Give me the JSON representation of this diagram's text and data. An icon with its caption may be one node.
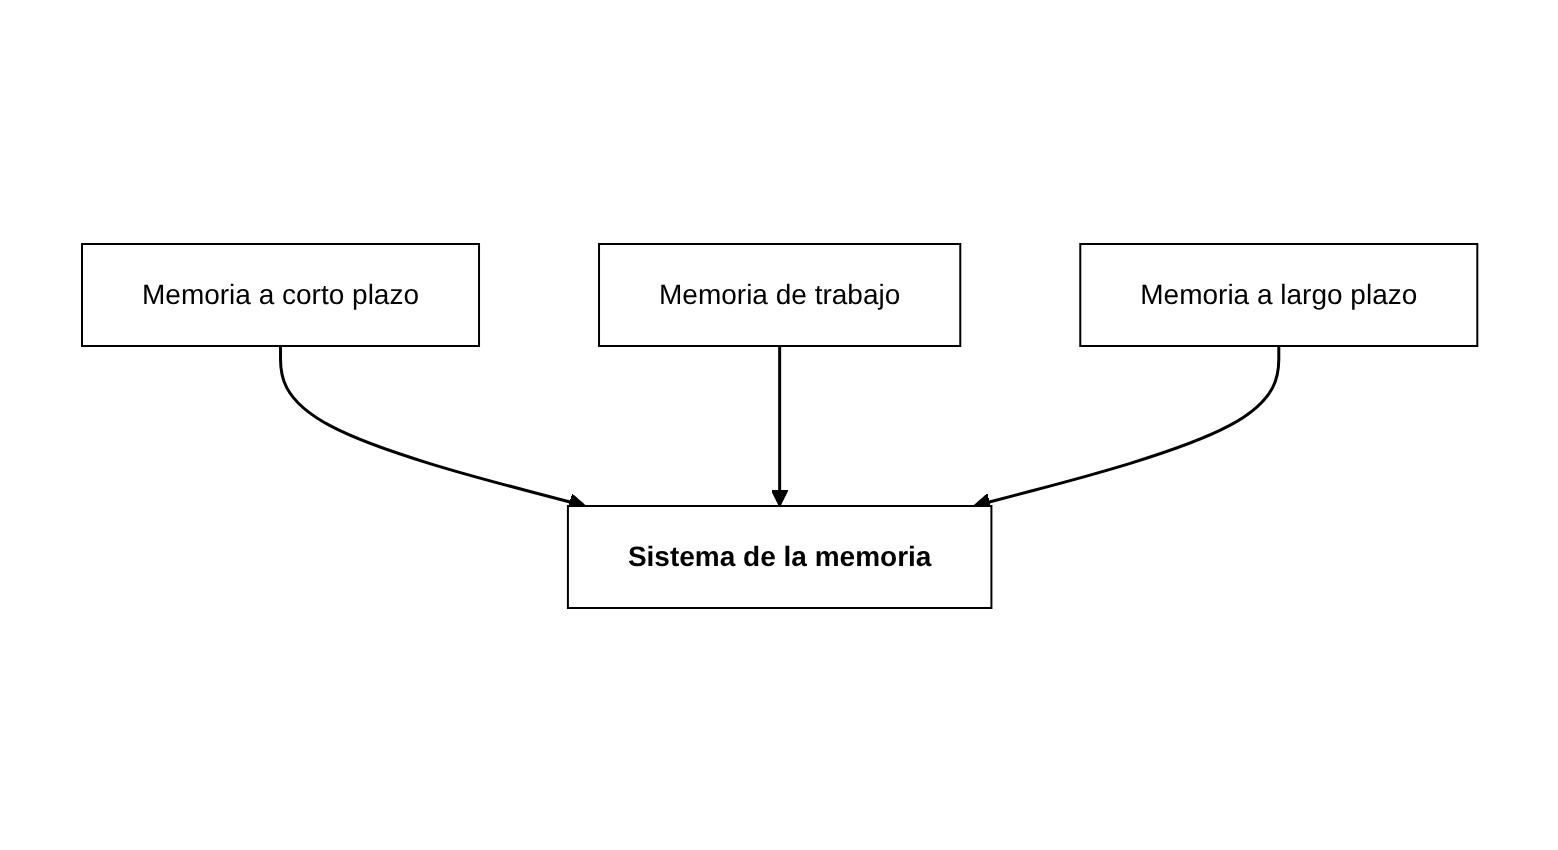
{
  "diagram": {
    "nodes": [
      {
        "text": [
          "Memoria a corto plazo"
        ]
      },
      {
        "text": [
          "Sistema de la memoria"
        ]
      },
      {
        "text": [
          "Memoria de trabajo"
        ]
      },
      {
        "text": [
          "Memoria a largo plazo"
        ]
      }
    ],
    "edges": [
      {
        "from": 0,
        "to": 1,
        "arrow": "to"
      },
      {
        "from": 2,
        "to": 1,
        "arrow": "to"
      },
      {
        "from": 3,
        "to": 1,
        "arrow": "to"
      }
    ]
  }
}
